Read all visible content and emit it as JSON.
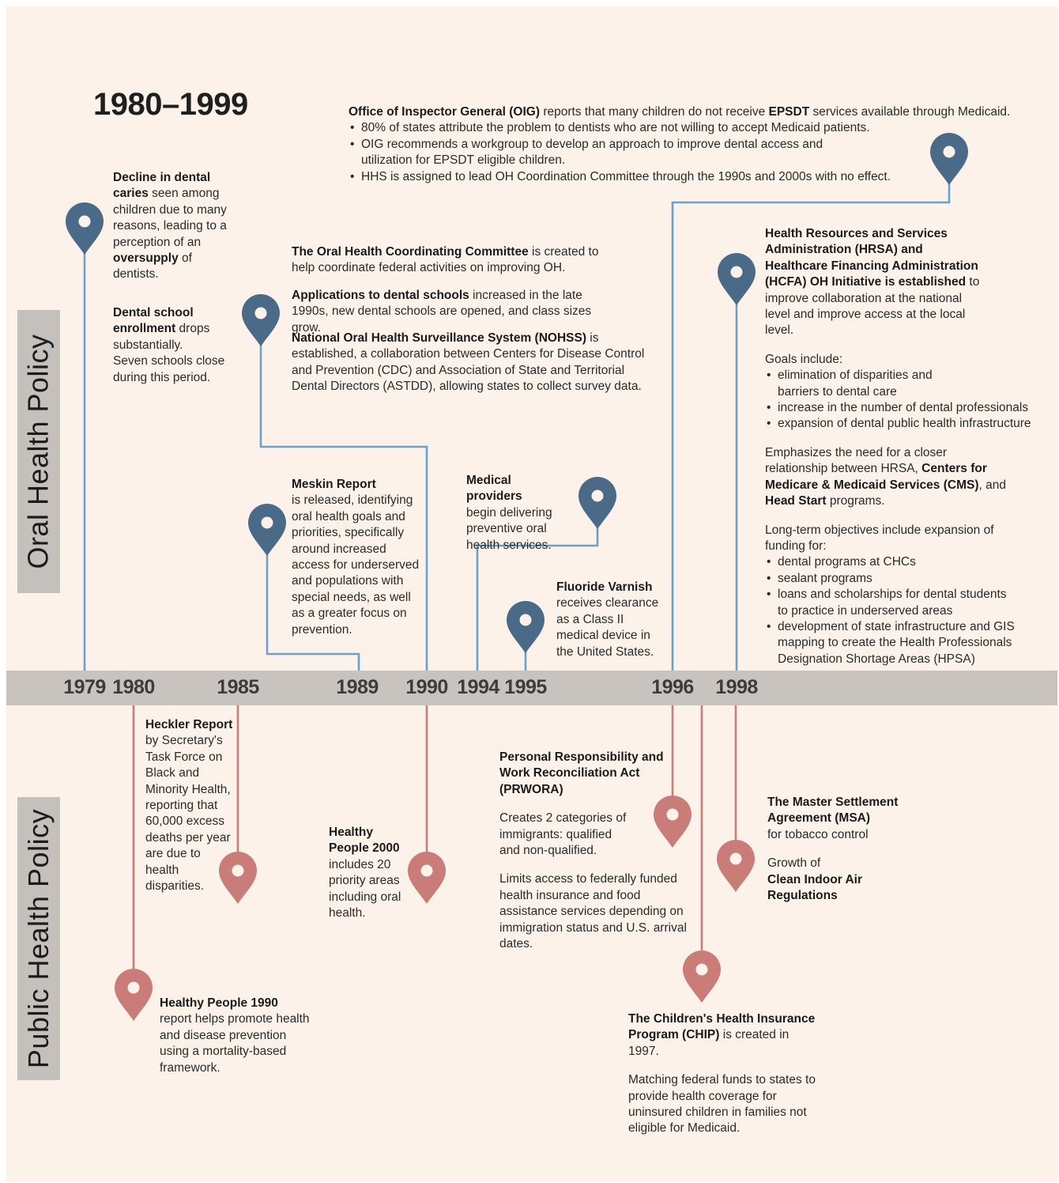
{
  "title": "1980–1999",
  "side_labels": {
    "oral": "Oral Health Policy",
    "public": "Public Health Policy"
  },
  "colors": {
    "background": "#fcf2ea",
    "oral_accent": "#4a6a88",
    "oral_line": "#6aa0cc",
    "public_accent": "#c97c78",
    "axis": "#c8c3bf",
    "label_box": "#c4c0bc"
  },
  "years": [
    "1979",
    "1980",
    "1985",
    "1989",
    "1990",
    "1994",
    "1995",
    "1996",
    "1998"
  ],
  "oral_events": {
    "decline": {
      "a1": "Decline in dental caries",
      "a2": " seen among children due to many reasons, leading to a perception of an ",
      "a3": "oversupply",
      "a4": " of dentists."
    },
    "enrollment": {
      "a1": "Dental school enrollment",
      "a2": " drops substantially.",
      "a3": "Seven schools close during this period."
    },
    "oig": {
      "lead_bold": "Office of Inspector General (OIG)",
      "lead_rest": " reports that many children do not receive ",
      "lead_bold2": "EPSDT",
      "lead_rest2": " services available through Medicaid.",
      "bullet1": "80% of states attribute the problem to dentists who are not willing to accept Medicaid patients.",
      "bullet2": "OIG recommends a workgroup to develop an approach to improve dental access and utilization for EPSDT eligible children.",
      "bullet3": "HHS is assigned to lead OH Coordination Committee through the 1990s and 2000s with no effect."
    },
    "ohcc": {
      "bold": "The Oral Health Coordinating Committee",
      "rest": " is created to help coordinate federal activities on improving OH."
    },
    "applications": {
      "bold": "Applications to dental schools",
      "rest": " increased in the late 1990s, new dental schools are opened, and class sizes grow."
    },
    "nohss": {
      "bold": "National Oral Health Surveillance System (NOHSS)",
      "rest": " is established, a collaboration between Centers for Disease Control and Prevention (CDC) and Association of State and Territorial Dental Directors (ASTDD), allowing states to collect survey data."
    },
    "meskin": {
      "bold": "Meskin Report",
      "rest": "is released, identifying oral health goals and priorities, specifically around increased access for underserved and populations with special needs, as well as a greater focus on prevention."
    },
    "medical": {
      "bold": "Medical providers",
      "rest": "begin delivering preventive oral health services."
    },
    "fluoride": {
      "bold": "Fluoride Varnish",
      "rest": "receives clearance as a Class II medical device in the United States."
    },
    "hrsa": {
      "bold": "Health Resources and Services Administration (HRSA) and Healthcare Financing Administration (HCFA) OH Initiative is established",
      "rest": " to improve collaboration at the national level and improve access at the local level.",
      "goals_intro": "Goals include:",
      "goals": [
        "elimination of disparities and barriers to dental care",
        "increase in the number of dental professionals",
        "expansion of dental public health infrastructure"
      ],
      "emph_a": "Emphasizes the need for a closer relationship between HRSA, ",
      "emph_b": "Centers for Medicare & Medicaid Services (CMS)",
      "emph_c": ", and ",
      "emph_d": "Head Start",
      "emph_e": " programs.",
      "long_intro": "Long-term objectives include expansion of funding for:",
      "long": [
        "dental programs at CHCs",
        "sealant programs",
        "loans and scholarships for dental students to practice in underserved areas",
        "development of state infrastructure and GIS mapping to create the Health Professionals Designation Shortage Areas (HPSA)"
      ]
    }
  },
  "public_events": {
    "heckler": {
      "bold": "Heckler Report",
      "rest": "by Secretary's Task Force on Black and Minority Health, reporting that 60,000 excess deaths per year are due to health disparities."
    },
    "hp1990": {
      "bold": "Healthy People 1990",
      "rest": "report helps promote health and disease prevention using a mortality-based framework."
    },
    "hp2000": {
      "bold": "Healthy People 2000",
      "rest": "includes 20 priority areas including oral health."
    },
    "prwora": {
      "bold": "Personal Responsibility and Work Reconciliation Act (PRWORA)",
      "p2": "Creates 2 categories of immigrants: qualified and non-qualified.",
      "p3": "Limits access to federally funded health insurance and food assistance services depending on immigration status and U.S. arrival dates."
    },
    "msa": {
      "bold": "The Master Settlement Agreement (MSA)",
      "rest": "for tobacco control",
      "p2": "Growth of",
      "p2bold": "Clean Indoor Air Regulations"
    },
    "chip": {
      "bold": "The Children's Health Insurance Program (CHIP)",
      "rest": " is created in 1997.",
      "p2": "Matching federal funds to states to provide health coverage for uninsured children in families not eligible for Medicaid."
    }
  }
}
